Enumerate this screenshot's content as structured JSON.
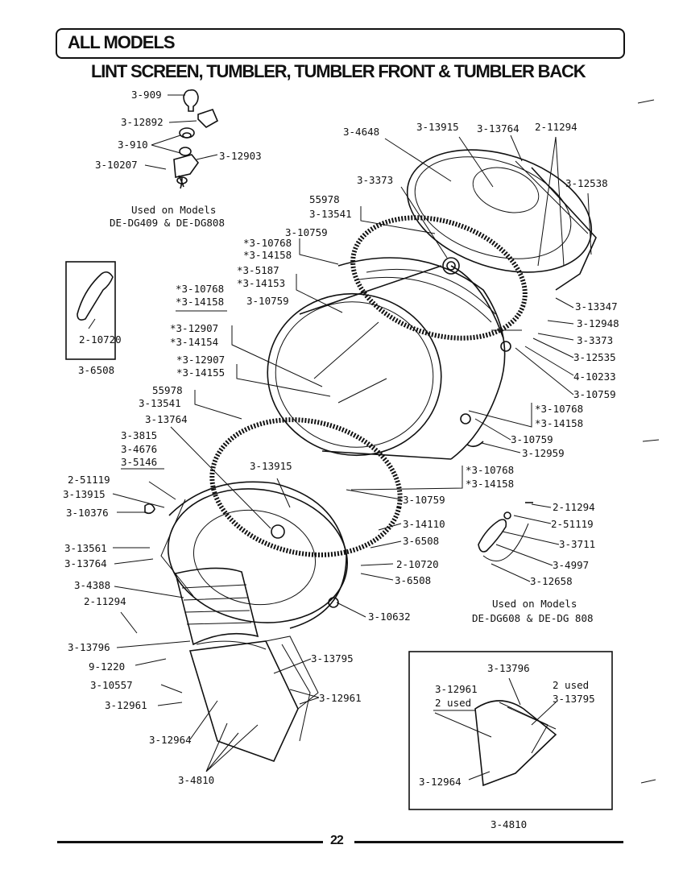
{
  "header": {
    "section": "ALL MODELS",
    "title": "LINT SCREEN, TUMBLER, TUMBLER FRONT & TUMBLER BACK"
  },
  "notes": {
    "dg409_line1": "Used on Models",
    "dg409_line2": "DE-DG409 & DE-DG808",
    "dg608_line1": "Used on Models",
    "dg608_line2": "DE-DG608 & DE-DG 808",
    "inset_two_used_a": "2 used",
    "inset_two_used_b": "2 used"
  },
  "parts": [
    "3-909",
    "3-12892",
    "3-910",
    "3-10207",
    "3-12903",
    "3-4648",
    "3-13915",
    "3-13764",
    "2-11294",
    "3-12538",
    "3-3373",
    "55978",
    "3-13541",
    "3-10759",
    "*3-10768",
    "*3-14158",
    "*3-5187",
    "*3-14153",
    "*3-10768",
    "*3-14158",
    "3-10759",
    "*3-12907",
    "*3-14154",
    "*3-12907",
    "*3-14155",
    "55978",
    "3-13541",
    "3-13764",
    "3-13347",
    "3-12948",
    "3-3373",
    "3-12535",
    "4-10233",
    "3-10759",
    "*3-10768",
    "*3-14158",
    "3-10759",
    "3-12959",
    "*3-10768",
    "*3-14158",
    "3-3815",
    "3-4676",
    "3-5146",
    "2-51119",
    "3-13915",
    "3-10376",
    "3-13561",
    "3-13764",
    "3-4388",
    "2-11294",
    "3-13796",
    "9-1220",
    "3-10557",
    "3-12961",
    "3-12964",
    "3-4810",
    "3-13915",
    "3-10759",
    "3-14110",
    "3-6508",
    "2-10720",
    "3-6508",
    "3-10632",
    "3-13795",
    "3-12961",
    "2-11294",
    "2-51119",
    "3-3711",
    "3-4997",
    "3-12658",
    "3-13796",
    "3-12961",
    "3-13795",
    "3-12964",
    "3-4810",
    "2-10720",
    "3-6508"
  ],
  "page_number": "22"
}
